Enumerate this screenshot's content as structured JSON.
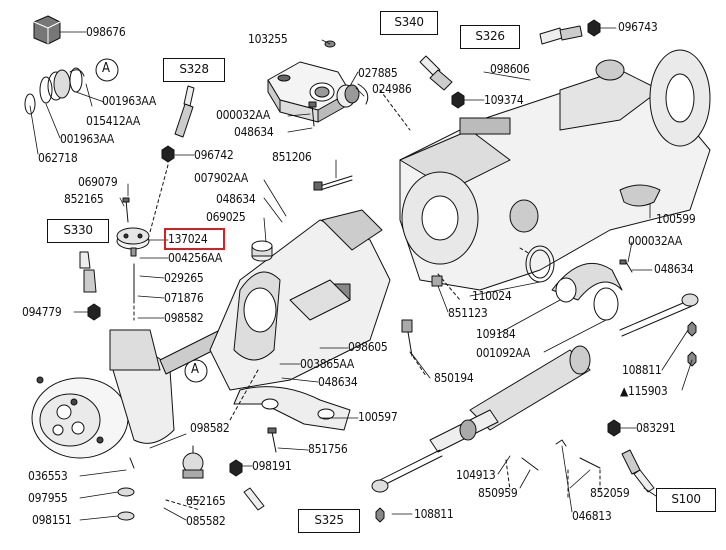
{
  "highlight_color": "#d42020",
  "line_color": "#111111",
  "selected_part": "137024",
  "part_numbers": [
    "098676",
    "001963AA",
    "015412AA",
    "001963AA",
    "062718",
    "103255",
    "027885",
    "024986",
    "000032AA",
    "048634",
    "096742",
    "851206",
    "069079",
    "852165",
    "007902AA",
    "048634",
    "069025",
    "137024",
    "004256AA",
    "029265",
    "071876",
    "098582",
    "094779",
    "098605",
    "003865AA",
    "048634",
    "850194",
    "100597",
    "851756",
    "098582",
    "036553",
    "097955",
    "098151",
    "098191",
    "852165",
    "085582",
    "096743",
    "098606",
    "109374",
    "100599",
    "000032AA",
    "048634",
    "110024",
    "851123",
    "109184",
    "001092AA",
    "108811",
    "115903",
    "083291",
    "104913",
    "850959",
    "852059",
    "046813",
    "108811"
  ],
  "group_codes": [
    "S328",
    "S340",
    "S326",
    "S330",
    "S325",
    "S100"
  ],
  "callout_letters": [
    "A",
    "A"
  ],
  "triangle_glyph": "▲"
}
